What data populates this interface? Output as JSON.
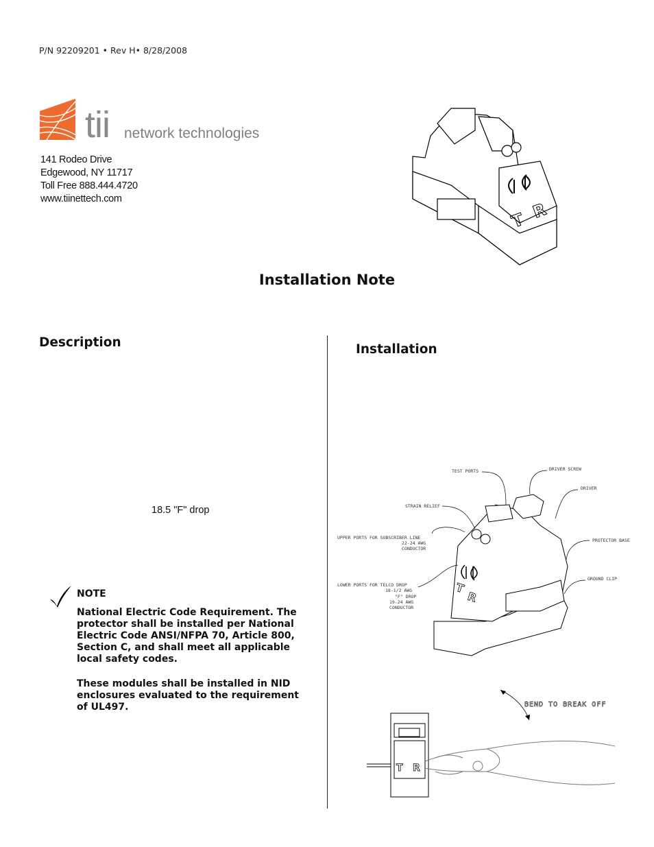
{
  "header": {
    "part_number": "P/N 92209201 • Rev H• 8/28/2008"
  },
  "company": {
    "name": "tii",
    "tagline": "network technologies",
    "address": [
      "141 Rodeo Drive",
      "Edgewood, NY 11717",
      "Toll Free 888.444.4720",
      "www.tiinettech.com"
    ]
  },
  "title": "Installation Note",
  "description": {
    "heading": "Description",
    "drop_text": "18.5 \"F\" drop"
  },
  "note": {
    "label": "NOTE",
    "paragraphs": [
      "National Electric Code Requirement. The protector shall be installed per National Electric Code ANSI/NFPA 70, Article 800, Section C, and shall meet all applicable local safety codes.",
      "These modules shall be installed in NID enclosures evaluated to the requirement of UL497."
    ]
  },
  "installation": {
    "heading": "Installation",
    "diagram_labels": {
      "test_ports": "TEST PORTS",
      "driver_screw": "DRIVER SCREW",
      "driver": "DRIVER",
      "strain_relief": "STRAIN RELIEF",
      "upper_ports": [
        "UPPER PORTS FOR SUBSCRIBER LINE",
        "22-24 AWG",
        "CONDUCTOR"
      ],
      "protector_base": "PROTECTOR BASE",
      "ground_clip": "GROUND CLIP",
      "lower_ports": [
        "LOWER PORTS FOR TELCO DROP",
        "18-1/2 AWG",
        "\"F\" DROP",
        "19-24 AWG",
        "CONDUCTOR"
      ],
      "bend": "BEND TO BREAK OFF"
    },
    "module_letters": [
      "T",
      "R"
    ]
  }
}
